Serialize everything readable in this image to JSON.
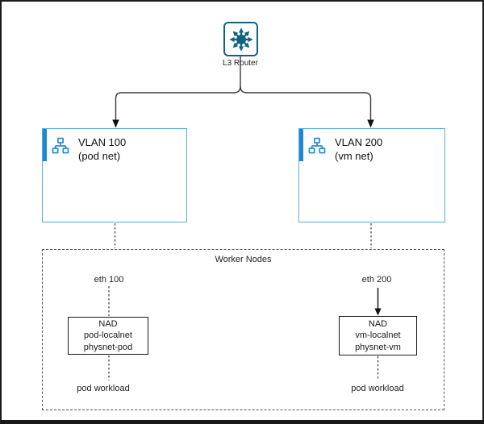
{
  "diagram": {
    "router": {
      "label": "L3 Router"
    },
    "vlans": [
      {
        "title": "VLAN 100",
        "subtitle": "(pod net)"
      },
      {
        "title": "VLAN 200",
        "subtitle": "(vm net)"
      }
    ],
    "worker_nodes": {
      "title": "Worker Nodes",
      "left": {
        "eth_label": "eth 100",
        "nad_lines": [
          "NAD",
          "pod-localnet",
          "physnet-pod"
        ],
        "workload_label": "pod workload"
      },
      "right": {
        "eth_label": "eth 200",
        "nad_lines": [
          "NAD",
          "vm-localnet",
          "physnet-vm"
        ],
        "workload_label": "pod workload"
      }
    },
    "colors": {
      "router_teal": "#11627f",
      "vlan_border_blue": "#58ace0",
      "vlan_accent_blue": "#1d87d4",
      "line_dark": "#3a3a3a",
      "outer_border": "#1a1a1a"
    }
  }
}
